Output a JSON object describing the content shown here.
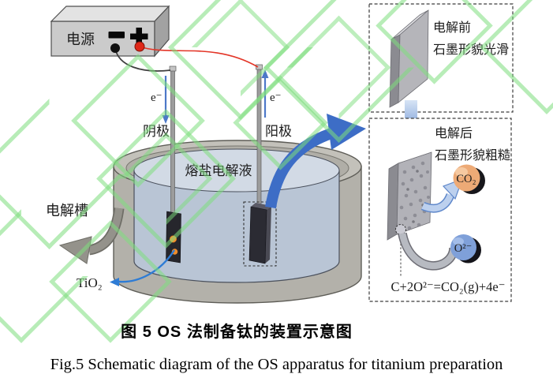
{
  "colors": {
    "watermark_green": "#7dde7d",
    "big_arrow_blue": "#3d6dc6",
    "electron_arrow_blue": "#4d78c8",
    "wire_red": "#e33527",
    "wire_black": "#3f3f3f",
    "cathode_dot_orange": "#f49130",
    "co2_sphere_orange": "#edaa76",
    "oxide_sphere_blue": "#7fa0d9",
    "molten_salt_blue": "#b9c5d5",
    "crucible_gray": "#b3b1aa",
    "graphite_dark": "#2b2b33"
  },
  "power_supply": {
    "label": "电源"
  },
  "electrodes": {
    "cathode_label": "阴极",
    "anode_label": "阳极",
    "electron_left": "e⁻",
    "electron_right": "e⁻"
  },
  "bath": {
    "electrolyte_label": "熔盐电解液",
    "cell_label": "电解槽",
    "feed_label": "TiO₂"
  },
  "inset": {
    "before": {
      "line1": "电解前",
      "line2": "石墨形貌光滑"
    },
    "after": {
      "line1": "电解后",
      "line2": "石墨形貌粗糙",
      "co2_label": "CO₂",
      "oxide_label": "O²⁻",
      "equation": "C+2O²⁻=CO₂(g)+4e⁻"
    }
  },
  "caption": {
    "zh": "图 5  OS 法制备钛的装置示意图",
    "en": "Fig.5  Schematic diagram of the OS apparatus for titanium preparation"
  }
}
